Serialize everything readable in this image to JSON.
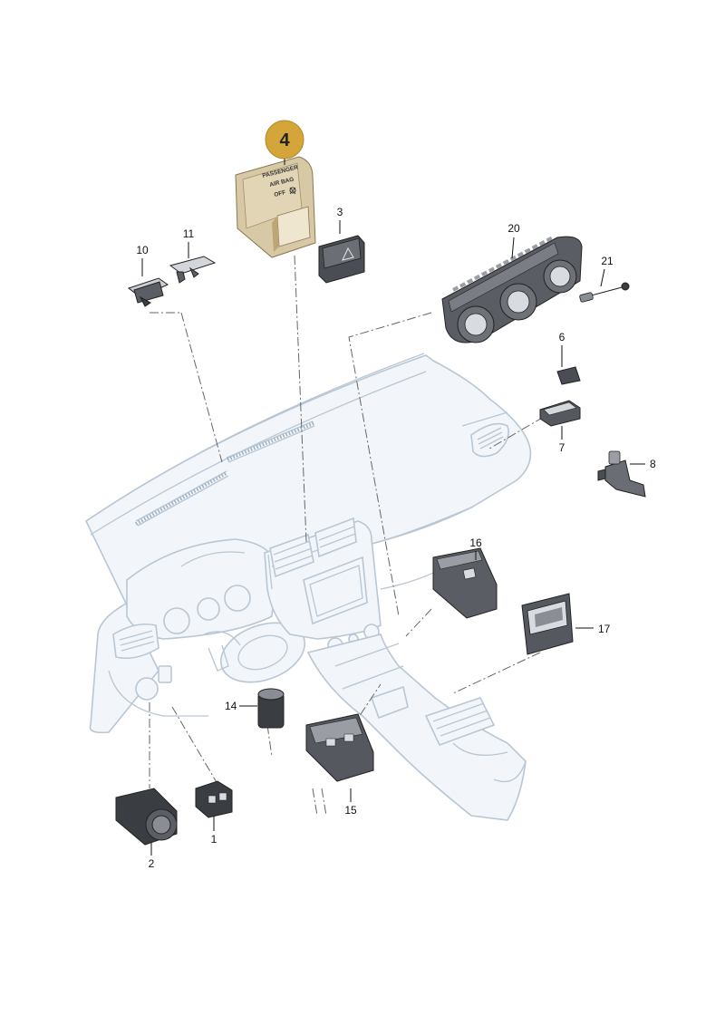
{
  "highlighted_part": {
    "number": "4",
    "badge_color": "#d4a63a",
    "label_lines": [
      "PASSENGER",
      "AIR BAG",
      "OFF"
    ]
  },
  "callouts": {
    "c1": "1",
    "c2": "2",
    "c3": "3",
    "c6": "6",
    "c7": "7",
    "c8": "8",
    "c10": "10",
    "c11": "11",
    "c14": "14",
    "c15": "15",
    "c16": "16",
    "c17": "17",
    "c20": "20",
    "c21": "21"
  },
  "colors": {
    "highlight_part": "#d8c9a6",
    "dashboard_outline": "#b9c6d3",
    "part_dark": "#3a3d42"
  },
  "icons": [
    "airbag-off-icon",
    "hazard-triangle-icon"
  ]
}
